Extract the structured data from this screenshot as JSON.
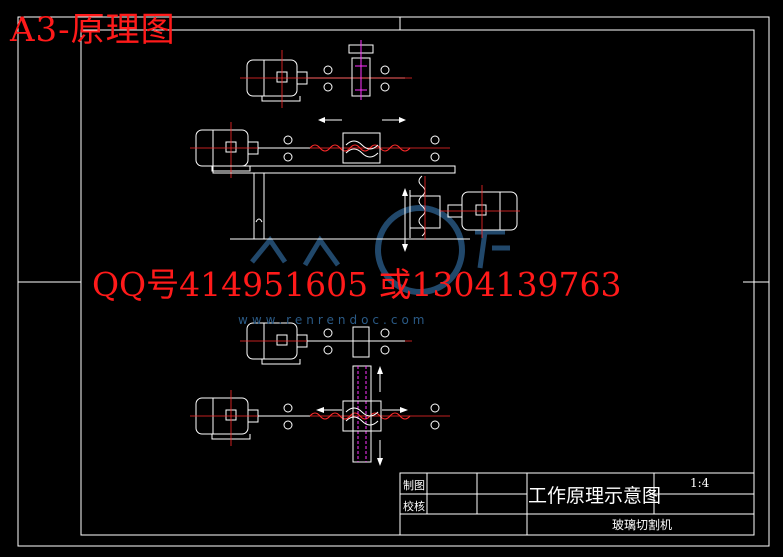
{
  "header": {
    "sheet_label": "A3-原理图"
  },
  "overlay": {
    "contact": "QQ号414951605 或1304139763"
  },
  "watermark": {
    "url": "www.renrendoc.com"
  },
  "title_block": {
    "title": "工作原理示意图",
    "scale": "1:4",
    "row1_label": "制图",
    "row2_label": "校核",
    "drawing_name": "玻璃切割机"
  },
  "colors": {
    "background": "#000000",
    "lines": "#ffffff",
    "centerline": "#ff2a2a",
    "accent": "#ff33ff",
    "text_red": "#ff1a1a",
    "watermark": "#2a5a86"
  }
}
